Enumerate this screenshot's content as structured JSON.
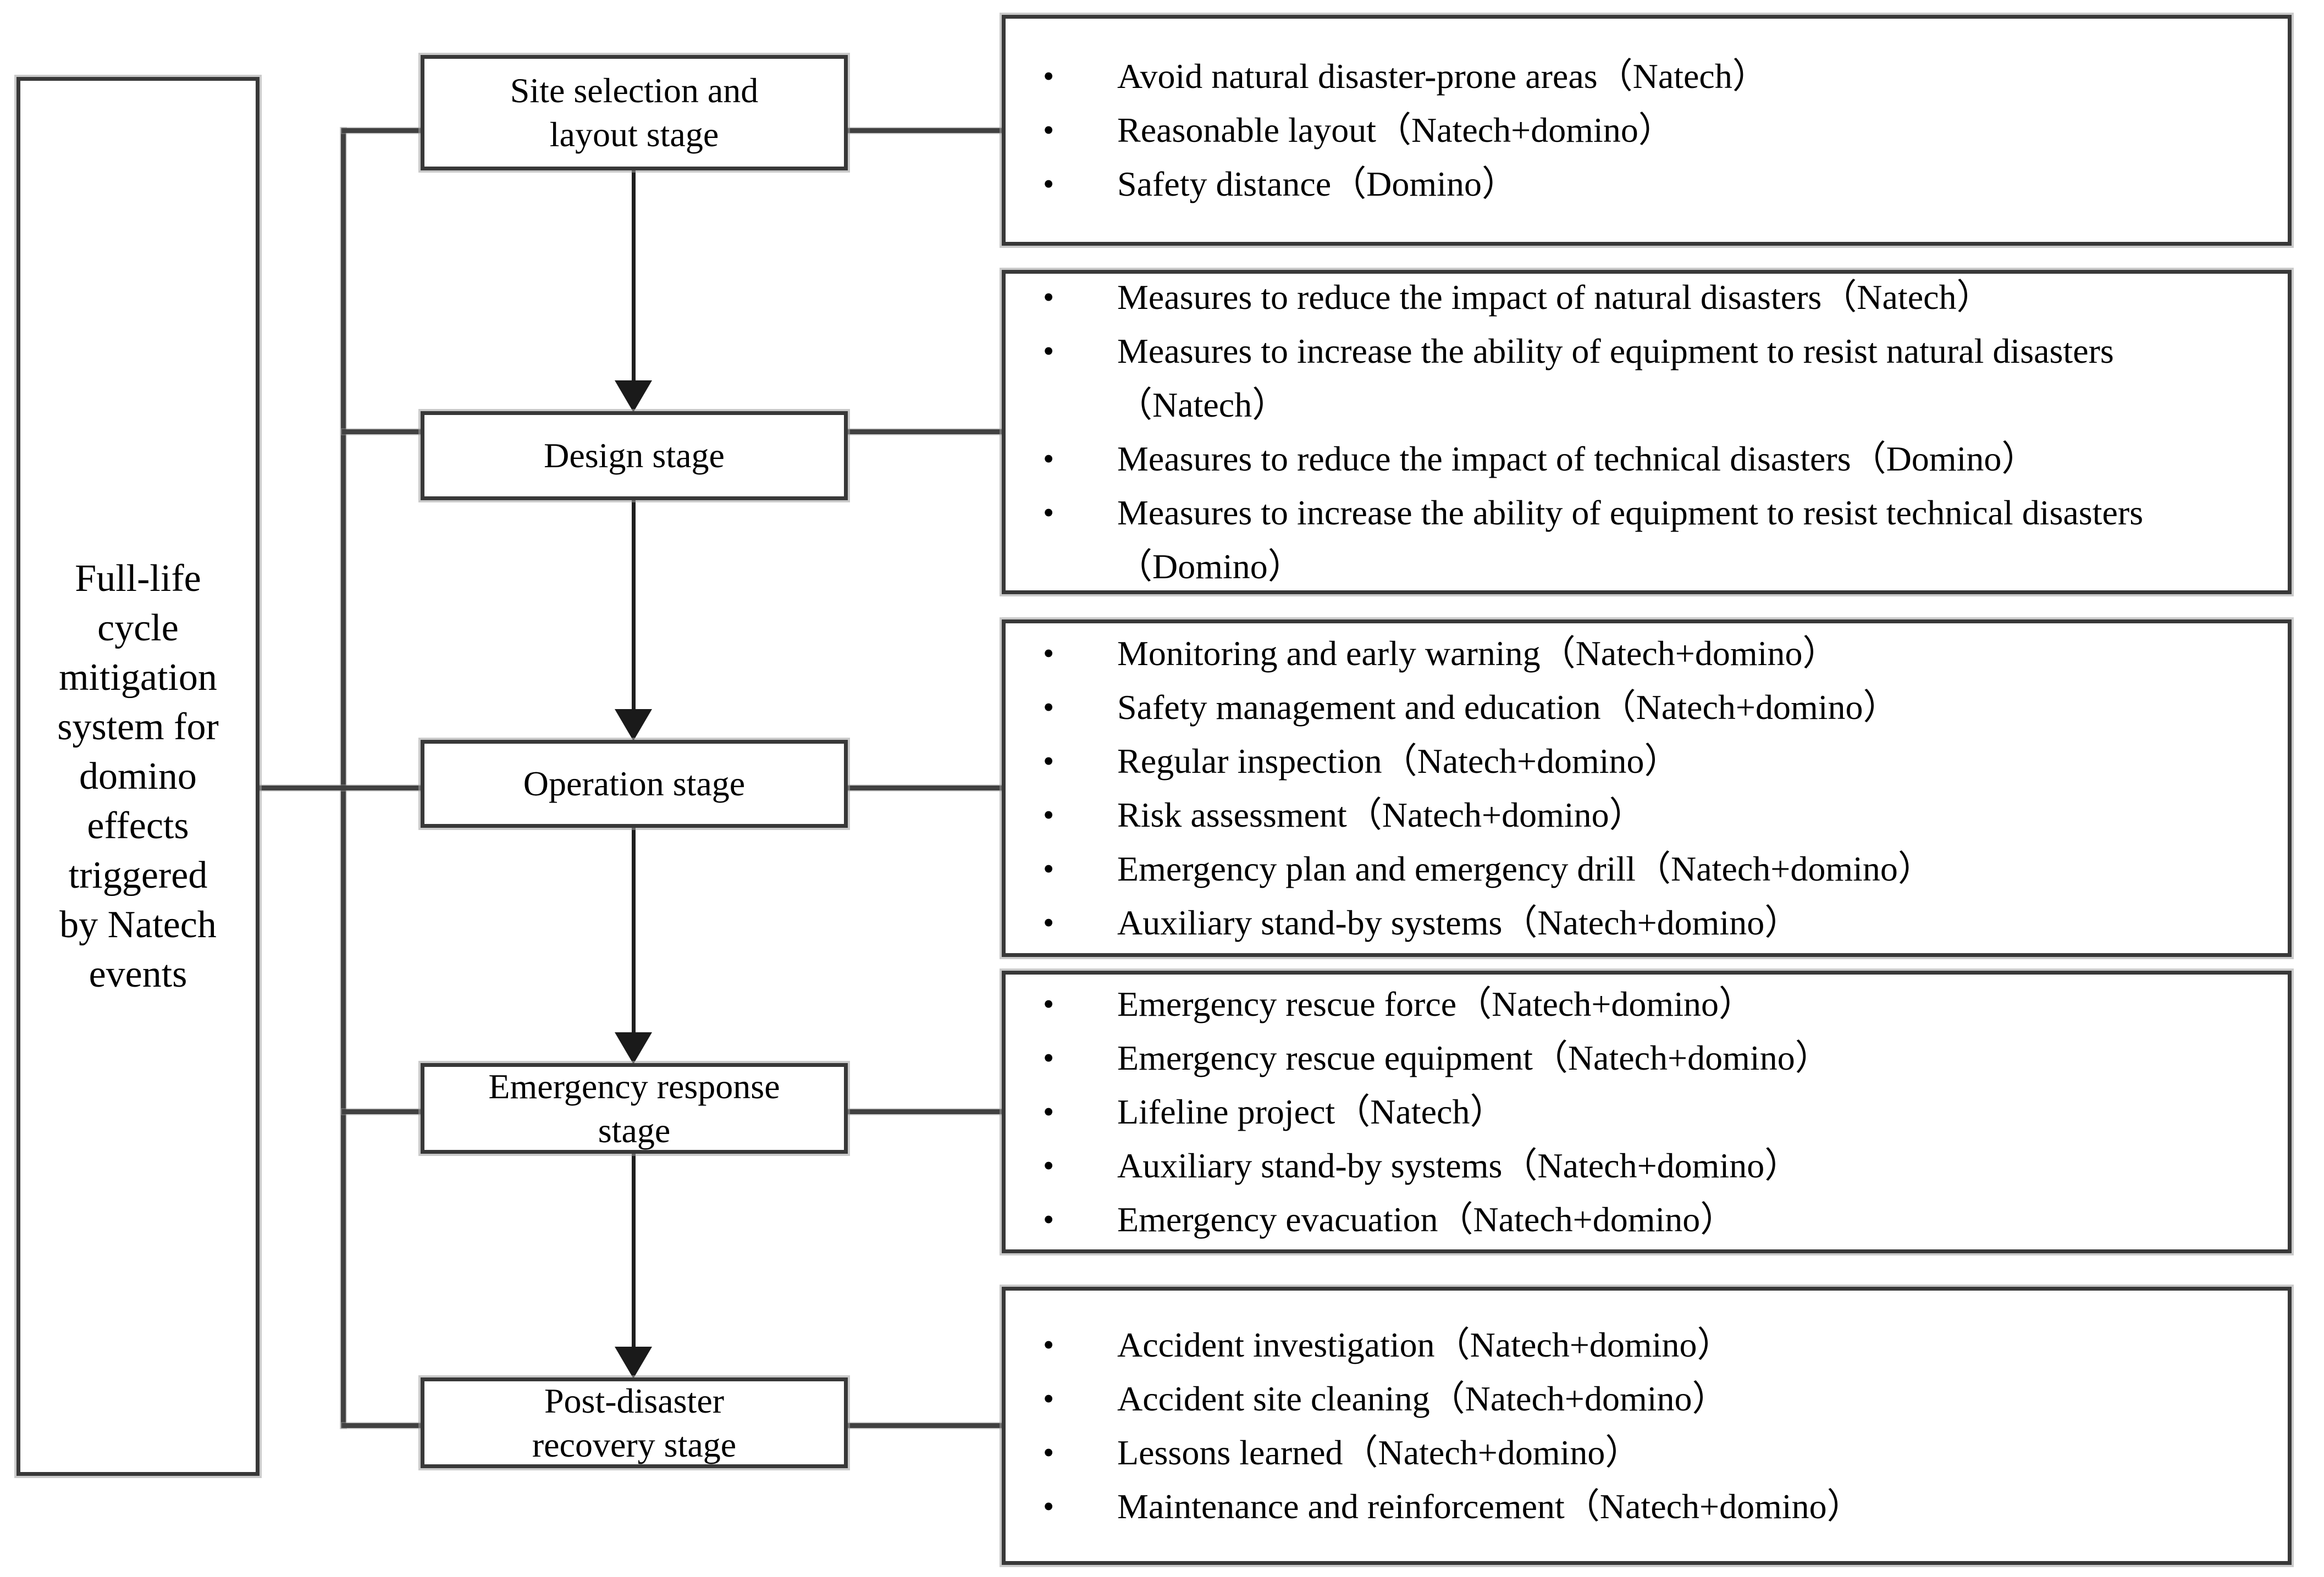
{
  "diagram": {
    "title": "Full-life cycle mitigation system for domino effects triggered by Natech events",
    "bullet_char": "•",
    "colors": {
      "background": "#ffffff",
      "box_border": "#383838",
      "connector_line": "#414141",
      "arrow": "#1a1a1a",
      "text": "#000000"
    },
    "root": {
      "label": "Full-life cycle mitigation system for domino effects triggered by Natech events",
      "label_lines": [
        "Full-life",
        "cycle",
        "mitigation",
        "system for",
        "domino",
        "effects",
        "triggered",
        "by Natech",
        "events"
      ]
    },
    "stages": [
      {
        "label": "Site selection and layout stage",
        "label_lines": [
          "Site selection and",
          "layout stage"
        ],
        "items": [
          "Avoid natural disaster-prone areas（Natech）",
          "Reasonable layout（Natech+domino）",
          "Safety distance（Domino）"
        ]
      },
      {
        "label": "Design stage",
        "label_lines": [
          "Design stage"
        ],
        "items": [
          "Measures to reduce the impact of natural disasters（Natech）",
          "Measures to increase the ability of equipment to resist natural disasters（Natech）",
          "Measures to reduce the impact of technical disasters（Domino）",
          "Measures to increase the ability of equipment to resist technical disasters（Domino）"
        ]
      },
      {
        "label": "Operation stage",
        "label_lines": [
          "Operation stage"
        ],
        "items": [
          "Monitoring and early warning（Natech+domino）",
          "Safety management and education（Natech+domino）",
          "Regular inspection（Natech+domino）",
          "Risk assessment（Natech+domino）",
          "Emergency plan and emergency drill（Natech+domino）",
          "Auxiliary stand-by systems（Natech+domino）"
        ]
      },
      {
        "label": "Emergency response stage",
        "label_lines": [
          "Emergency response",
          "stage"
        ],
        "items": [
          "Emergency rescue force（Natech+domino）",
          "Emergency rescue equipment（Natech+domino）",
          "Lifeline project（Natech）",
          "Auxiliary stand-by systems（Natech+domino）",
          "Emergency evacuation（Natech+domino）"
        ]
      },
      {
        "label": "Post-disaster recovery stage",
        "label_lines": [
          "Post-disaster",
          "recovery stage"
        ],
        "items": [
          "Accident investigation（Natech+domino）",
          "Accident site cleaning（Natech+domino）",
          "Lessons learned（Natech+domino）",
          "Maintenance and reinforcement（Natech+domino）"
        ]
      }
    ]
  }
}
